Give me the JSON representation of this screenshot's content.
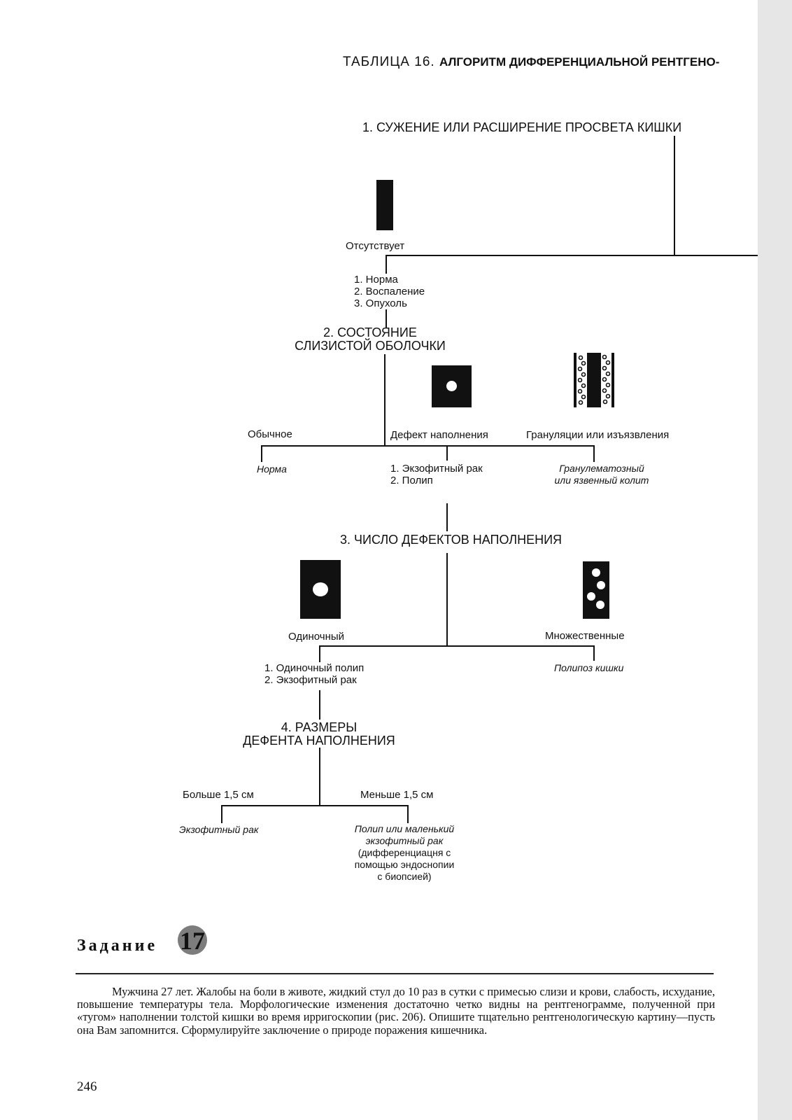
{
  "header": {
    "label": "ТАБЛИЦА 16.",
    "title": "АЛГОРИТМ ДИФФЕРЕНЦИАЛЬНОЙ РЕНТГЕНО-"
  },
  "step1": {
    "title": "1. СУЖЕНИЕ ИЛИ РАСШИРЕНИЕ ПРОСВЕТА КИШКИ",
    "absent": "Отсутствует",
    "causes": [
      "1. Норма",
      "2. Воспаление",
      "3. Опухоль"
    ]
  },
  "step2": {
    "title_line1": "2. СОСТОЯНИЕ",
    "title_line2": "СЛИЗИСТОЙ ОБОЛОЧКИ",
    "normal": "Обычное",
    "normal_result": "Норма",
    "defect": "Дефект наполнения",
    "defect_results": [
      "1. Экзофитный рак",
      "2. Полип"
    ],
    "granulation": "Грануляции или изъязвления",
    "granulation_result_line1": "Гранулематозный",
    "granulation_result_line2": "или язвенный колит"
  },
  "step3": {
    "title": "3. ЧИСЛО ДЕФЕКТОВ НАПОЛНЕНИЯ",
    "single": "Одиночный",
    "single_results": [
      "1. Одиночный полип",
      "2. Экзофитный рак"
    ],
    "multiple": "Множественные",
    "multiple_result": "Полипоз кишки"
  },
  "step4": {
    "title_line1": "4. РАЗМЕРЫ",
    "title_line2": "ДЕФЕНТА НАПОЛНЕНИЯ",
    "larger": "Больше 1,5 см",
    "larger_result": "Экзофитный рак",
    "smaller": "Меньше 1,5 см",
    "smaller_result": [
      "Полип или маленький",
      "экзофитный рак"
    ],
    "smaller_note": [
      "(дифференциацня с",
      "помощью эндоснопии",
      "с биопсией)"
    ]
  },
  "task": {
    "heading": "Задание",
    "number": "17",
    "text": "Мужчина 27 лет. Жалобы на боли в животе, жидкий стул до 10 раз в сутки с примесью слизи и крови, слабость, исхудание, повышение температуры тела. Морфологические изменения достаточно четко видны на рентгенограмме, полученной при «тугом» наполнении толстой кишки во время ирригоскопии (рис. 206). Опишите тщательно рентгенологическую картину—пусть она Вам запомнится. Сформулируйте заключение о природе поражения кишечника."
  },
  "page_number": "246"
}
